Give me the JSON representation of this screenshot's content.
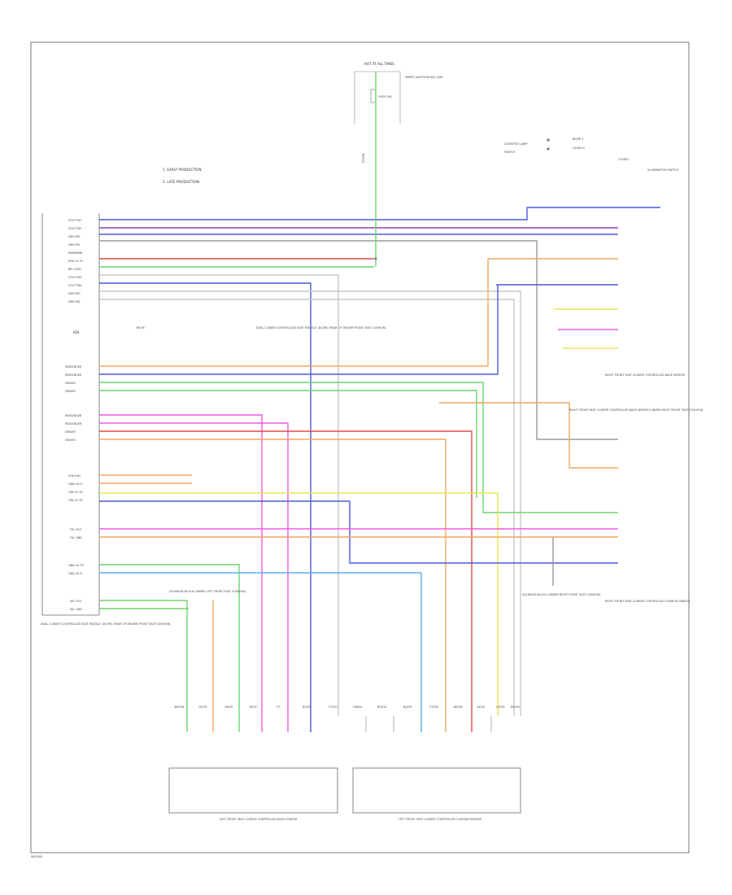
{
  "page": {
    "footer_code": "W00000"
  },
  "colors": {
    "blue": "#4a5ad8",
    "purple": "#9a3fb8",
    "red": "#e24a4a",
    "green": "#6ed46e",
    "yellow": "#e6e65a",
    "orange": "#f0a95a",
    "magenta": "#f05ae0",
    "cyan": "#5ab4e6",
    "grey": "#9a9a9a",
    "lightgrey": "#c8c8c8"
  },
  "top_fuse": {
    "header": "HOT AT ALL TIMES",
    "fuse": "FUSE 10A",
    "box_label": "SMART JUNCTION BOX (SJB)"
  },
  "notes": {
    "line1": "1. EARLY PRODUCTION",
    "line2": "2. LATE PRODUCTION"
  },
  "top_right": {
    "rows": [
      "BK/PK 3",
      "LG/WH 4"
    ],
    "left_label": "COURTESY LAMP",
    "connector_label": "C2280C",
    "switch_label": "SWITCH",
    "caption": "ILLUMINATION SWITCH"
  },
  "module": {
    "pin_labels_a": [
      "FCN FTB1",
      "FCN FTB2",
      "DRV FB2",
      "DRV FB1",
      "RAMWMW",
      "RSB LH TH",
      "BPL HLTH",
      "CFN FTB3",
      "CFN FTB4",
      "DRV FB3",
      "DRV FB4"
    ],
    "pin_labels_b": [
      "PASSENGER",
      "PASSENGER",
      "DRIVER",
      "DRIVER"
    ],
    "pin_labels_c": [
      "PASSENGER",
      "PASSENGER",
      "DRIVER",
      "DRIVER"
    ],
    "pin_labels_d": [
      "IGN RUN",
      "GND LH FL",
      "FSB LH TH",
      "FSB LH TH"
    ],
    "pin_labels_e": [
      "FSL HOT",
      "FSL GND"
    ],
    "pin_labels_f": [
      "GND LH TH",
      "GND LH FL"
    ],
    "pin_labels_g": [
      "SEL HOT",
      "SEL GND"
    ],
    "ign_label": "IGN",
    "caption": "DUAL CLIMATE CONTROLLED SEAT MODULE (DCSM) (REAR OF DRIVER FRONT SEAT CUSHION)",
    "mid_box": "DUAL CLIMATE CONTROLLED SEAT MODULE (DCSM) (REAR OF DRIVER FRONT SEAT CUSHION)",
    "ign_note": "BK/YE"
  },
  "right_side": {
    "caption_top": "RIGHT FRONT SEAT CLIMATE CONTROLLED BACK SENSOR",
    "caption_mid": "RIGHT FRONT SEAT CLIMATE CONTROLLED BACK SENSOR (UNDER RIGHT FRONT SEAT CUSHION)",
    "caption_bottom": "RIGHT FRONT SEAT CLIMATE CONTROLLED CUSHION SENSOR",
    "ground_caption": "SOLENOID BLOCK (UNDER RIGHT FRONT SEAT CUSHION)"
  },
  "bottom": {
    "left_box_caption": "LEFT FRONT SEAT CLIMATE CONTROLLED BACK SENSOR",
    "right_box_caption": "LEFT FRONT SEAT CLIMATE CONTROLLED CUSHION SENSOR",
    "left_mid_caption": "SOLENOID BLOCK (UNDER LEFT FRONT SEAT CUSHION)",
    "wire_tags_left": [
      "WH/GN",
      "OG/YE",
      "GN/YE",
      "YE/GY",
      "VT",
      "BU/GY",
      "VT/OG"
    ],
    "wire_tags_right": [
      "GN/BU",
      "BU/OG",
      "BU/GY",
      "VT/GN",
      "BK/OG",
      "GY/LB",
      "OG/YE",
      "BK/OG"
    ]
  }
}
